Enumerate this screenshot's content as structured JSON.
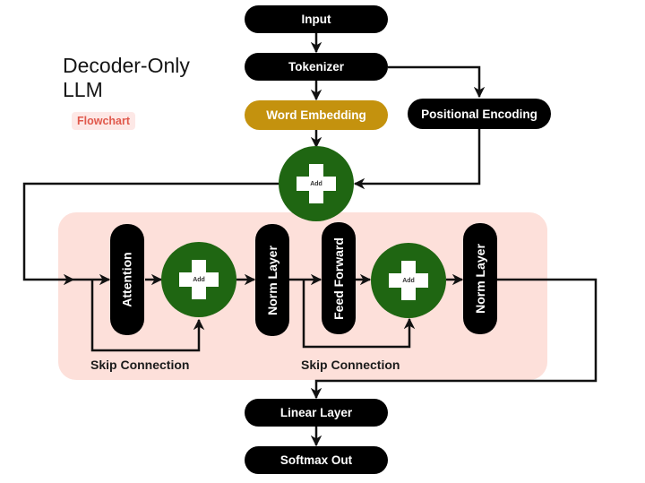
{
  "title_line1": "Decoder-Only",
  "title_line2": "LLM",
  "badge": "Flowchart",
  "nodes": {
    "input": "Input",
    "tokenizer": "Tokenizer",
    "word_embedding": "Word Embedding",
    "positional_encoding": "Positional Encoding",
    "add_top": "Add",
    "attention": "Attention",
    "add_1": "Add",
    "norm_layer_1": "Norm Layer",
    "feed_forward": "Feed Forward",
    "add_2": "Add",
    "norm_layer_2": "Norm Layer",
    "linear_layer": "Linear Layer",
    "softmax_out": "Softmax Out"
  },
  "captions": {
    "skip_1": "Skip Connection",
    "skip_2": "Skip Connection"
  },
  "colors": {
    "node": "#000000",
    "embedding": "#c4920e",
    "add": "#1f6612",
    "panel": "#fde0da",
    "badge_text": "#e0594c",
    "badge_bg": "#fde8e6"
  },
  "edges": [
    [
      "input",
      "tokenizer"
    ],
    [
      "tokenizer",
      "word_embedding"
    ],
    [
      "tokenizer",
      "positional_encoding"
    ],
    [
      "word_embedding",
      "add_top"
    ],
    [
      "positional_encoding",
      "add_top"
    ],
    [
      "add_top",
      "attention"
    ],
    [
      "attention",
      "add_1"
    ],
    [
      "block_input",
      "add_1",
      "skip connection"
    ],
    [
      "add_1",
      "norm_layer_1"
    ],
    [
      "norm_layer_1",
      "feed_forward"
    ],
    [
      "feed_forward",
      "add_2"
    ],
    [
      "norm_layer_1",
      "add_2",
      "skip connection"
    ],
    [
      "add_2",
      "norm_layer_2"
    ],
    [
      "norm_layer_2",
      "linear_layer"
    ],
    [
      "linear_layer",
      "softmax_out"
    ]
  ]
}
